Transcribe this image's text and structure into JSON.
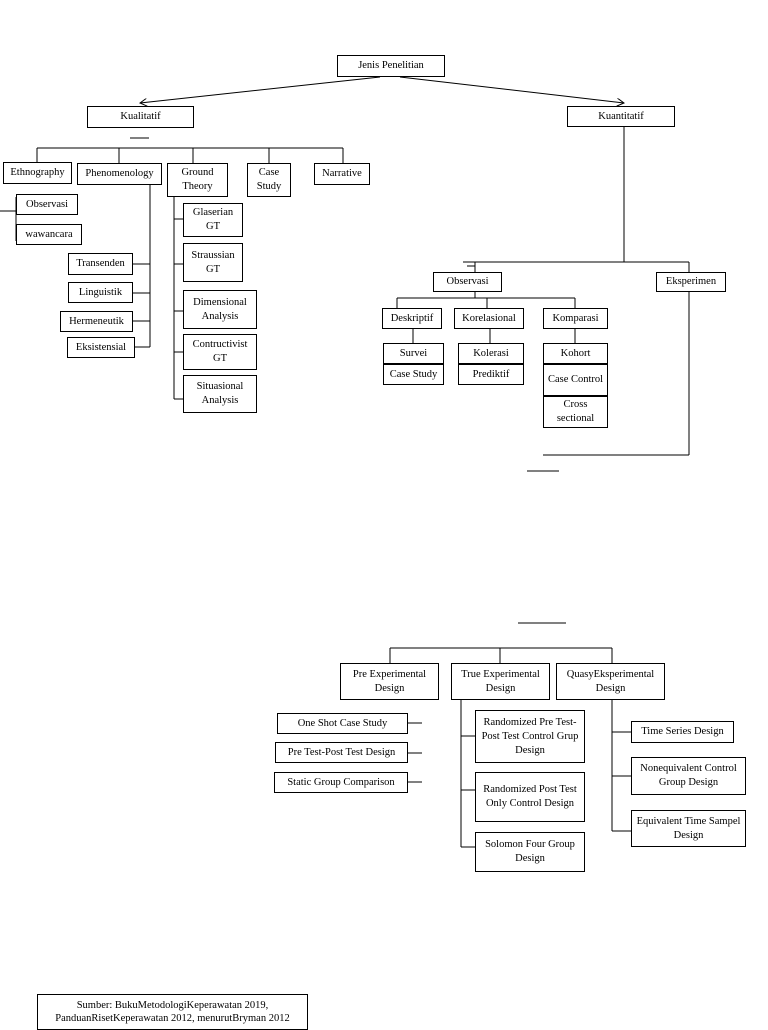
{
  "nodes": {
    "root": "Jenis Penelitian",
    "kualitatif": "Kualitatif",
    "kuantitatif": "Kuantitatif",
    "ethnography": "Ethnography",
    "phenomenology": "Phenomenology",
    "grounded_theory": "Ground Theory",
    "case_study": "Case Study",
    "narrative": "Narrative",
    "observasi_qual": "Observasi",
    "wawancara": "wawancara",
    "transenden": "Transenden",
    "linguistik": "Linguistik",
    "hermeneutik": "Hermeneutik",
    "eksistensial": "Eksistensial",
    "glaserian": "Glaserian GT",
    "straussian": "Straussian GT",
    "dimensional": "Dimensional Analysis",
    "constructivist": "Contructivist GT",
    "situasional": "Situasional Analysis",
    "observasi_quant": "Observasi",
    "eksperimen": "Eksperimen",
    "deskriptif": "Deskriptif",
    "korelasional": "Korelasional",
    "komparasi": "Komparasi",
    "survei": "Survei",
    "case_study_quant": "Case Study",
    "kolerasi": "Kolerasi",
    "prediktif": "Prediktif",
    "kohort": "Kohort",
    "case_control": "Case Control",
    "cross_sectional": "Cross sectional",
    "pre_experimental": "Pre Experimental Design",
    "true_experimental": "True Experimental Design",
    "quasy_experimental": "QuasyEksperimental Design",
    "one_shot": "One Shot Case Study",
    "pre_post": "Pre Test-Post Test Design",
    "static_group": "Static Group Comparison",
    "rand_pre_post": "Randomized Pre Test-Post Test Control Grup Design",
    "rand_post_only": "Randomized Post Test Only Control Design",
    "solomon": "Solomon Four Group Design",
    "time_series": "Time Series Design",
    "noneq_control": "Nonequivalent Control Group Design",
    "equivalent_time": "Equivalent Time Sampel Design"
  },
  "source_note": "Sumber: BukuMetodologiKeperawatan 2019, PanduanRisetKeperawatan 2012, menurutBryman 2012"
}
